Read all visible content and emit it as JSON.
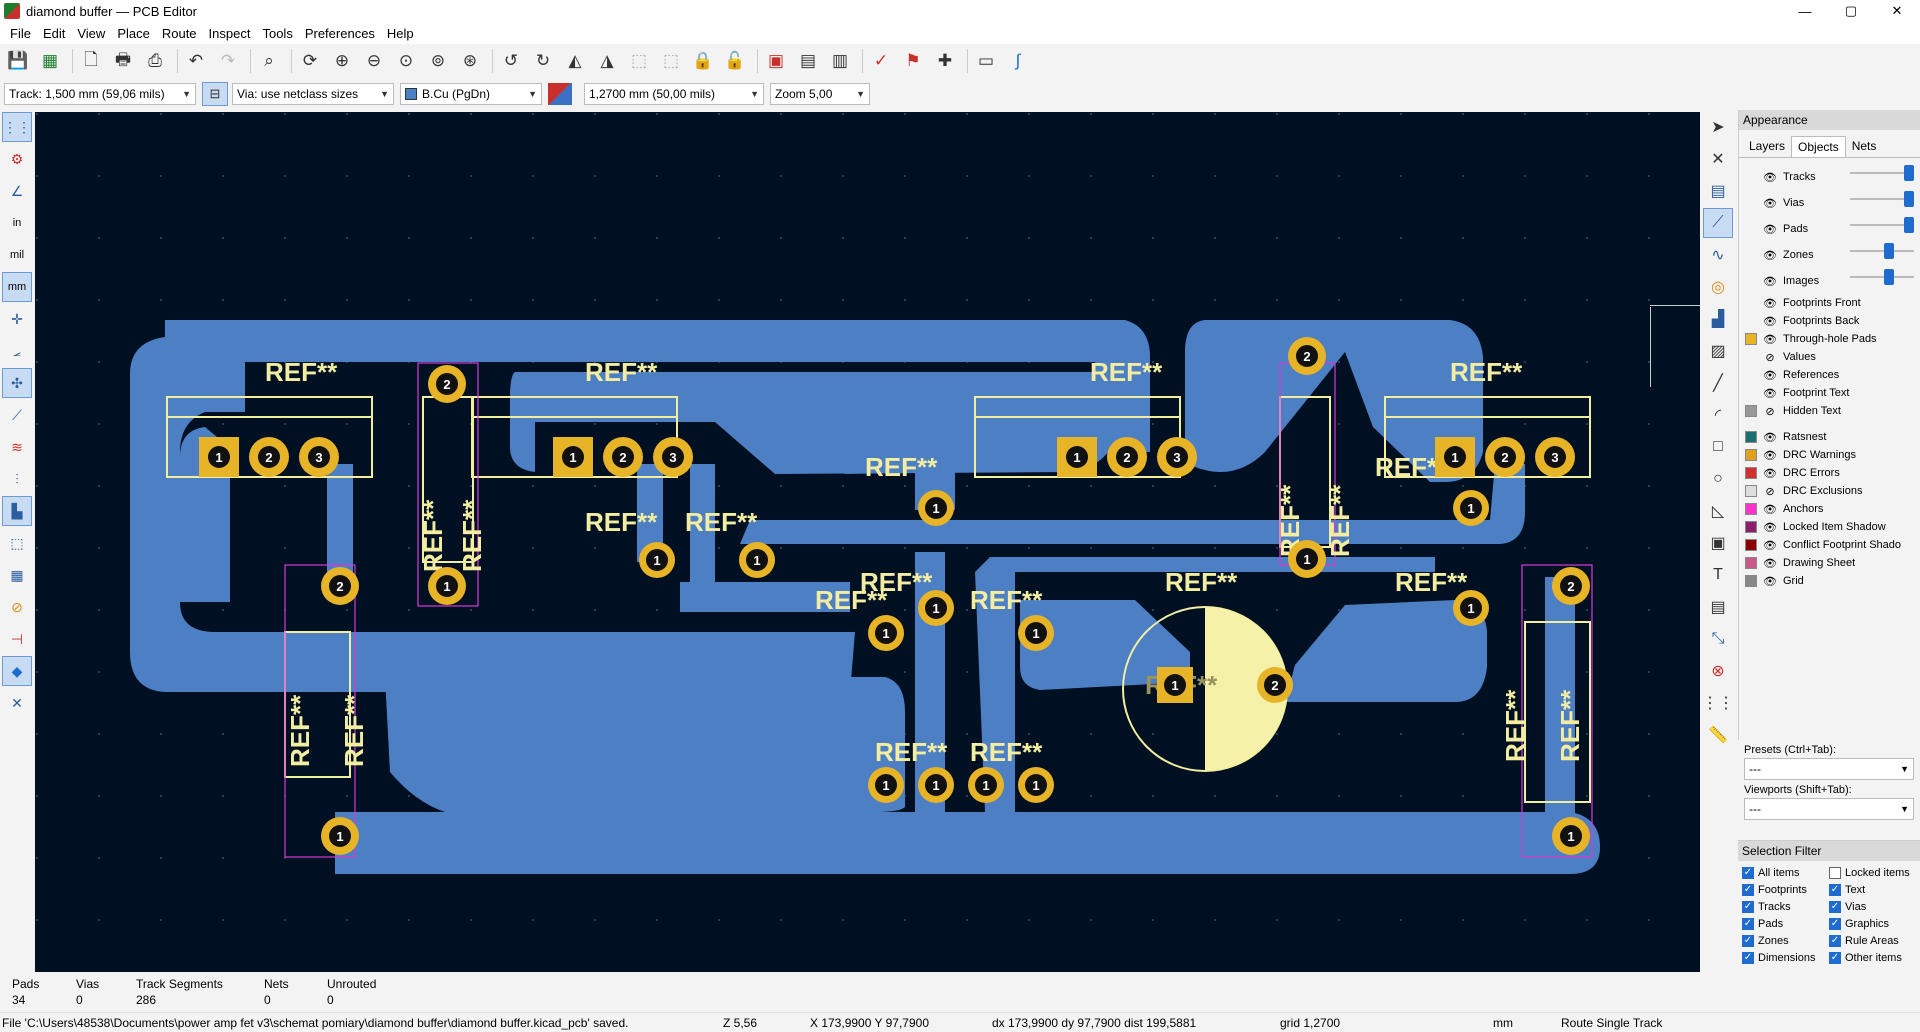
{
  "window": {
    "title": "diamond buffer — PCB Editor",
    "minimize": "—",
    "maximize": "▢",
    "close": "✕"
  },
  "menu": [
    "File",
    "Edit",
    "View",
    "Place",
    "Route",
    "Inspect",
    "Tools",
    "Preferences",
    "Help"
  ],
  "toolbar2": {
    "track": "Track: 1,500 mm (59,06 mils)",
    "via": "Via: use netclass sizes",
    "layer": "B.Cu (PgDn)",
    "grid": "1,2700 mm (50,00 mils)",
    "zoom": "Zoom 5,00"
  },
  "appearance": {
    "title": "Appearance",
    "tabs": [
      "Layers",
      "Objects",
      "Nets"
    ],
    "active_tab": "Objects",
    "objects": [
      {
        "label": "Tracks",
        "slider": 1.0
      },
      {
        "label": "Vias",
        "slider": 1.0
      },
      {
        "label": "Pads",
        "slider": 1.0
      },
      {
        "label": "Zones",
        "slider": 0.6
      },
      {
        "label": "Images",
        "slider": 0.6
      },
      {
        "label": "Footprints Front"
      },
      {
        "label": "Footprints Back"
      },
      {
        "label": "Through-hole Pads",
        "color": "#e8b427"
      },
      {
        "label": "Values"
      },
      {
        "label": "References"
      },
      {
        "label": "Footprint Text"
      },
      {
        "label": "Hidden Text",
        "color": "#999999"
      },
      {
        "label": "Ratsnest",
        "color": "#1a6e6e"
      },
      {
        "label": "DRC Warnings",
        "color": "#e0a020"
      },
      {
        "label": "DRC Errors",
        "color": "#d03030"
      },
      {
        "label": "DRC Exclusions",
        "color": "#dddddd"
      },
      {
        "label": "Anchors",
        "color": "#ff33cc"
      },
      {
        "label": "Locked Item Shadow",
        "color": "#8a1f6e"
      },
      {
        "label": "Conflict Footprint Shado",
        "color": "#8a0000"
      },
      {
        "label": "Drawing Sheet",
        "color": "#c85a8a"
      },
      {
        "label": "Grid",
        "color": "#888888"
      }
    ],
    "presets_label": "Presets (Ctrl+Tab):",
    "presets_value": "---",
    "viewports_label": "Viewports (Shift+Tab):",
    "viewports_value": "---"
  },
  "selection_filter": {
    "title": "Selection Filter",
    "items": [
      {
        "label": "All items",
        "checked": true
      },
      {
        "label": "Locked items",
        "checked": false
      },
      {
        "label": "Footprints",
        "checked": true
      },
      {
        "label": "Text",
        "checked": true
      },
      {
        "label": "Tracks",
        "checked": true
      },
      {
        "label": "Vias",
        "checked": true
      },
      {
        "label": "Pads",
        "checked": true
      },
      {
        "label": "Graphics",
        "checked": true
      },
      {
        "label": "Zones",
        "checked": true
      },
      {
        "label": "Rule Areas",
        "checked": true
      },
      {
        "label": "Dimensions",
        "checked": true
      },
      {
        "label": "Other items",
        "checked": true
      }
    ]
  },
  "messages": {
    "pads_label": "Pads",
    "pads": "34",
    "vias_label": "Vias",
    "vias": "0",
    "tracks_label": "Track Segments",
    "tracks": "286",
    "nets_label": "Nets",
    "nets": "0",
    "unrouted_label": "Unrouted",
    "unrouted": "0"
  },
  "status": {
    "file": "File 'C:\\Users\\48538\\Documents\\power amp fet v3\\schemat pomiary\\diamond buffer\\diamond buffer.kicad_pcb' saved.",
    "z": "Z 5,56",
    "xy": "X 173,9900  Y 97,7900",
    "dxdy": "dx 173,9900  dy 97,7900  dist 199,5881",
    "grid": "grid 1,2700",
    "units": "mm",
    "mode": "Route Single Track"
  },
  "pcb": {
    "ref_text": "REF**",
    "pad_numbers": [
      "1",
      "2",
      "3"
    ]
  }
}
